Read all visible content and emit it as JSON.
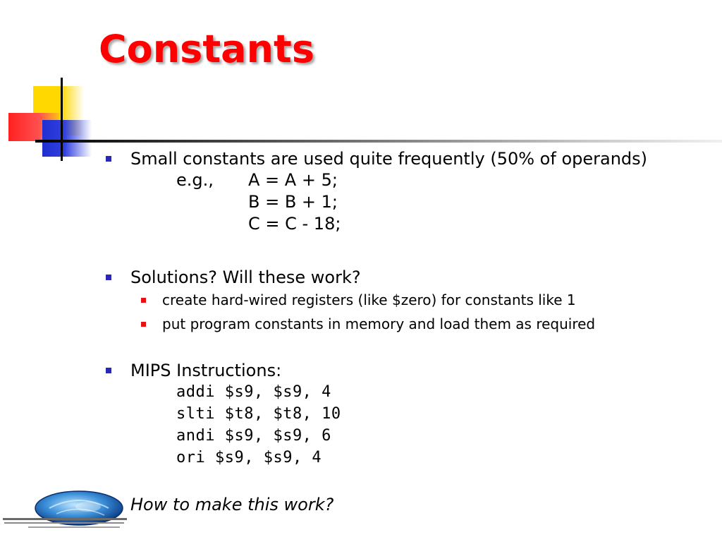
{
  "slide": {
    "title": "Constants",
    "bullets": {
      "b1": "Small constants are used quite frequently (50% of operands)",
      "eg_label": "e.g.,",
      "eg_lines": [
        "A = A + 5;",
        "B = B + 1;",
        "C = C - 18;"
      ],
      "b2": "Solutions?  Will these work?",
      "b2_sub": [
        "create hard-wired registers (like $zero) for constants like 1",
        "put program constants in memory and load them as required"
      ],
      "b3": "MIPS Instructions:",
      "code_lines": [
        "addi $s9, $s9, 4",
        "slti $t8, $t8, 10",
        "andi $s9, $s9, 6",
        "ori $s9, $s9, 4"
      ],
      "b4": "How to make this work?"
    }
  },
  "colors": {
    "title": "#ff0000",
    "bullet": "#2828b8",
    "sub_bullet": "#e81010"
  },
  "icons": {
    "logo": "university-globe-logo"
  }
}
